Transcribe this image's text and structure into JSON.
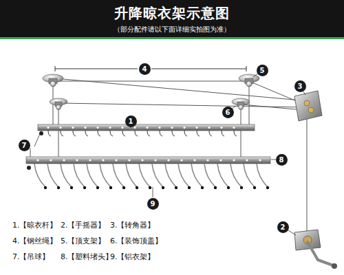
{
  "diagram": {
    "title": "升降晾衣架示意图",
    "nodes": [
      {
        "text": [
          "4"
        ]
      },
      {
        "text": [
          "5"
        ]
      },
      {
        "text": [
          "3"
        ]
      },
      {
        "text": [
          "6"
        ]
      },
      {
        "text": [
          "1"
        ]
      },
      {
        "text": [
          "7"
        ]
      },
      {
        "text": [
          "8"
        ]
      },
      {
        "text": [
          "9"
        ]
      },
      {
        "text": [
          "2"
        ]
      }
    ],
    "labels": [
      "（部分配件请以下面详细实拍图为准）",
      "1.【晾衣杆】",
      "2.【手摇器】",
      "3.【转角器】",
      "4.【钢丝绳】",
      "5.【顶支架】",
      "6.【装饰顶盖】",
      "7.【吊球】",
      "8.【塑料堵头】",
      "9.【铝衣架】"
    ]
  }
}
